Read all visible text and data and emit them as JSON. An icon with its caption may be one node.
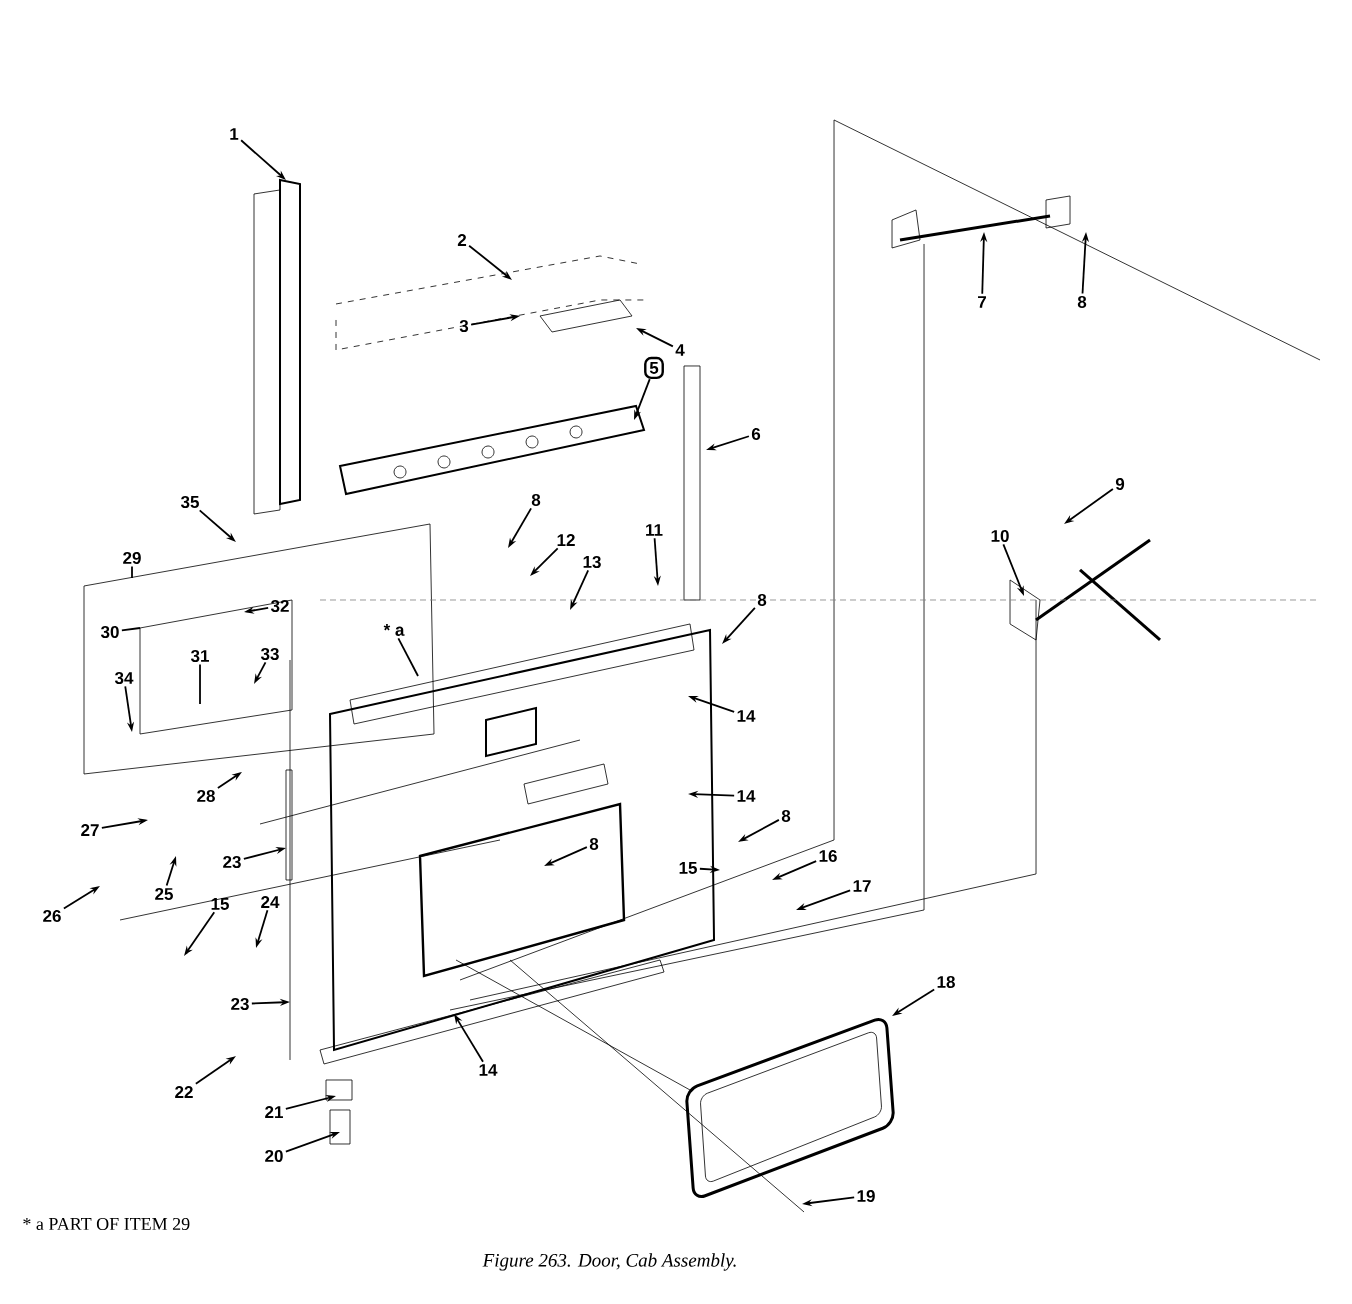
{
  "diagram": {
    "caption": "Figure 263. Door, Cab Assembly.",
    "nodes": [
      {
        "text": [
          "1"
        ]
      },
      {
        "text": [
          "2"
        ]
      },
      {
        "text": [
          "3"
        ]
      },
      {
        "text": [
          "4"
        ]
      },
      {
        "text": [
          "5"
        ]
      },
      {
        "text": [
          "6"
        ]
      },
      {
        "text": [
          "7"
        ]
      },
      {
        "text": [
          "8"
        ]
      },
      {
        "text": [
          "35"
        ]
      },
      {
        "text": [
          "8"
        ]
      },
      {
        "text": [
          "9"
        ]
      },
      {
        "text": [
          "12"
        ]
      },
      {
        "text": [
          "11"
        ]
      },
      {
        "text": [
          "13"
        ]
      },
      {
        "text": [
          "10"
        ]
      },
      {
        "text": [
          "29"
        ]
      },
      {
        "text": [
          "8"
        ]
      },
      {
        "text": [
          "32"
        ]
      },
      {
        "text": [
          "* a"
        ]
      },
      {
        "text": [
          "30"
        ]
      },
      {
        "text": [
          "31"
        ]
      },
      {
        "text": [
          "33"
        ]
      },
      {
        "text": [
          "34"
        ]
      },
      {
        "text": [
          "14"
        ]
      },
      {
        "text": [
          "14"
        ]
      },
      {
        "text": [
          "28"
        ]
      },
      {
        "text": [
          "8"
        ]
      },
      {
        "text": [
          "27"
        ]
      },
      {
        "text": [
          "8"
        ]
      },
      {
        "text": [
          "16"
        ]
      },
      {
        "text": [
          "23"
        ]
      },
      {
        "text": [
          "15"
        ]
      },
      {
        "text": [
          "17"
        ]
      },
      {
        "text": [
          "25"
        ]
      },
      {
        "text": [
          "26"
        ]
      },
      {
        "text": [
          "15"
        ]
      },
      {
        "text": [
          "24"
        ]
      },
      {
        "text": [
          "18"
        ]
      },
      {
        "text": [
          "23"
        ]
      },
      {
        "text": [
          "22"
        ]
      },
      {
        "text": [
          "14"
        ]
      },
      {
        "text": [
          "21"
        ]
      },
      {
        "text": [
          "20"
        ]
      },
      {
        "text": [
          "19"
        ]
      }
    ],
    "edges": [
      {
        "from": 0,
        "to": null,
        "arrow": "to"
      },
      {
        "from": 1,
        "to": null,
        "arrow": "to"
      },
      {
        "from": 2,
        "to": null,
        "arrow": "to"
      },
      {
        "from": 3,
        "to": null,
        "arrow": "to"
      },
      {
        "from": 4,
        "to": null,
        "arrow": "to"
      },
      {
        "from": 5,
        "to": null,
        "arrow": "to"
      },
      {
        "from": 6,
        "to": null,
        "arrow": "to"
      },
      {
        "from": 7,
        "to": null,
        "arrow": "to"
      },
      {
        "from": 8,
        "to": null,
        "arrow": "to"
      },
      {
        "from": 9,
        "to": null,
        "arrow": "to"
      },
      {
        "from": 10,
        "to": null,
        "arrow": "to"
      },
      {
        "from": 11,
        "to": null,
        "arrow": "to"
      },
      {
        "from": 12,
        "to": null,
        "arrow": "to"
      },
      {
        "from": 13,
        "to": null,
        "arrow": "to"
      },
      {
        "from": 14,
        "to": null,
        "arrow": "to"
      },
      {
        "from": 15,
        "to": null,
        "arrow": "none"
      },
      {
        "from": 16,
        "to": null,
        "arrow": "to"
      },
      {
        "from": 17,
        "to": null,
        "arrow": "to"
      },
      {
        "from": 18,
        "to": null,
        "arrow": "none"
      },
      {
        "from": 19,
        "to": null,
        "arrow": "none"
      },
      {
        "from": 20,
        "to": null,
        "arrow": "none"
      },
      {
        "from": 21,
        "to": null,
        "arrow": "to"
      },
      {
        "from": 22,
        "to": null,
        "arrow": "to"
      },
      {
        "from": 23,
        "to": null,
        "arrow": "to"
      },
      {
        "from": 24,
        "to": null,
        "arrow": "to"
      },
      {
        "from": 25,
        "to": null,
        "arrow": "to"
      },
      {
        "from": 26,
        "to": null,
        "arrow": "to"
      },
      {
        "from": 27,
        "to": null,
        "arrow": "to"
      },
      {
        "from": 28,
        "to": null,
        "arrow": "to"
      },
      {
        "from": 29,
        "to": null,
        "arrow": "to"
      },
      {
        "from": 30,
        "to": null,
        "arrow": "to"
      },
      {
        "from": 31,
        "to": null,
        "arrow": "to"
      },
      {
        "from": 32,
        "to": null,
        "arrow": "to"
      },
      {
        "from": 33,
        "to": null,
        "arrow": "to"
      },
      {
        "from": 34,
        "to": null,
        "arrow": "to"
      },
      {
        "from": 35,
        "to": null,
        "arrow": "to"
      },
      {
        "from": 36,
        "to": null,
        "arrow": "to"
      },
      {
        "from": 37,
        "to": null,
        "arrow": "to"
      },
      {
        "from": 38,
        "to": null,
        "arrow": "to"
      },
      {
        "from": 39,
        "to": null,
        "arrow": "to"
      },
      {
        "from": 40,
        "to": null,
        "arrow": "to"
      },
      {
        "from": 41,
        "to": null,
        "arrow": "to"
      },
      {
        "from": 42,
        "to": null,
        "arrow": "to"
      },
      {
        "from": 43,
        "to": null,
        "arrow": "to"
      }
    ],
    "labels": [
      "* a PART OF ITEM 29"
    ]
  }
}
